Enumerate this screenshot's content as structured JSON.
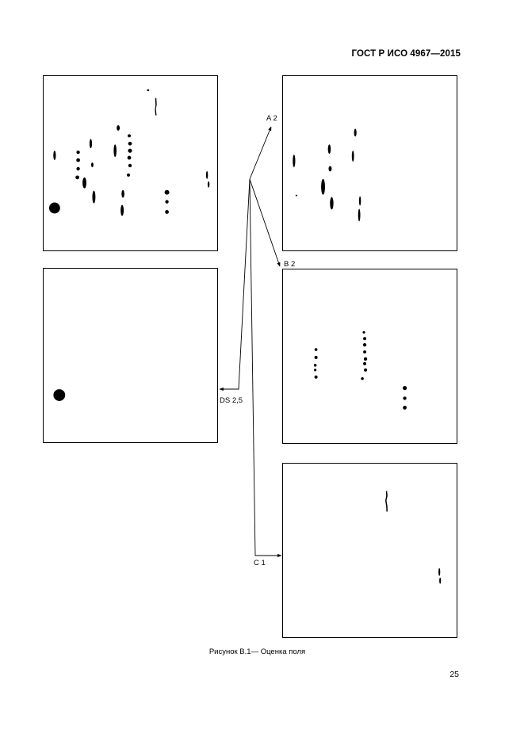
{
  "header": {
    "doc_id": "ГОСТ Р ИСО 4967—2015"
  },
  "labels": {
    "a": "A  2",
    "b": "B  2",
    "ds": "DS  2,5",
    "c": "C  1"
  },
  "caption": "Рисунок В.1— Оценка поля",
  "page_number": "25"
}
